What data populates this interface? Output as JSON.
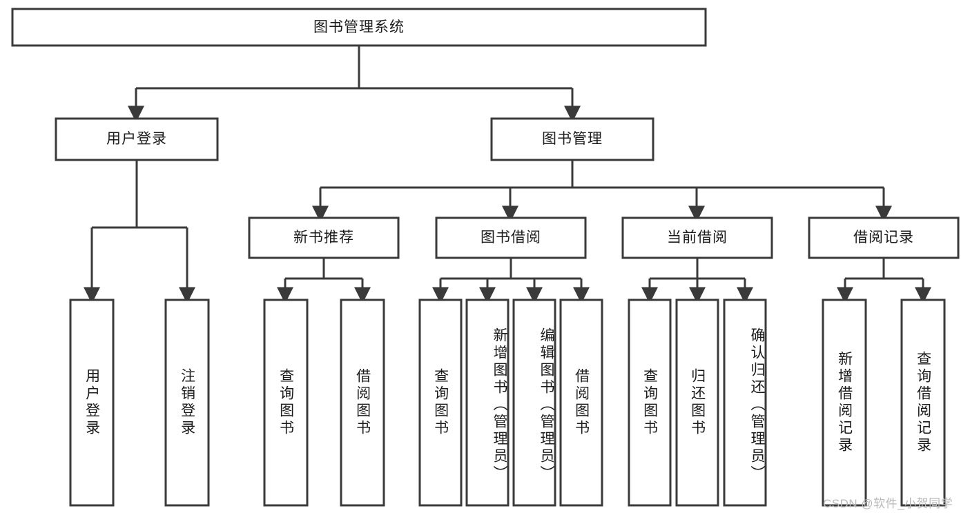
{
  "diagram": {
    "type": "tree-hierarchy",
    "title_node": {
      "id": "root",
      "label": "图书管理系统"
    },
    "level1": [
      {
        "id": "user-login",
        "label": "用户登录"
      },
      {
        "id": "book-manage",
        "label": "图书管理"
      }
    ],
    "level2": [
      {
        "id": "new-book-recommend",
        "label": "新书推荐",
        "parent": "book-manage"
      },
      {
        "id": "book-borrow",
        "label": "图书借阅",
        "parent": "book-manage"
      },
      {
        "id": "current-borrow",
        "label": "当前借阅",
        "parent": "book-manage"
      },
      {
        "id": "borrow-record",
        "label": "借阅记录",
        "parent": "book-manage"
      }
    ],
    "leaves": {
      "user_login": [
        {
          "id": "leaf-user-login",
          "label": "用户登录"
        },
        {
          "id": "leaf-logout-login",
          "label": "注销登录"
        }
      ],
      "new_book_recommend": [
        {
          "id": "leaf-query-book-1",
          "label": "查询图书"
        },
        {
          "id": "leaf-borrow-book-1",
          "label": "借阅图书"
        }
      ],
      "book_borrow": [
        {
          "id": "leaf-query-book-2",
          "label": "查询图书"
        },
        {
          "id": "leaf-add-book",
          "label": "新增图书（管理员）"
        },
        {
          "id": "leaf-edit-book",
          "label": "编辑图书（管理员）"
        },
        {
          "id": "leaf-borrow-book-2",
          "label": "借阅图书"
        }
      ],
      "current_borrow": [
        {
          "id": "leaf-query-book-3",
          "label": "查询图书"
        },
        {
          "id": "leaf-return-book",
          "label": "归还图书"
        },
        {
          "id": "leaf-confirm-return",
          "label": "确认归还（管理员）"
        }
      ],
      "borrow_record": [
        {
          "id": "leaf-add-record",
          "label": "新增借阅记录"
        },
        {
          "id": "leaf-query-record",
          "label": "查询借阅记录"
        }
      ]
    },
    "colors": {
      "stroke": "#3a3a3a",
      "fill": "#ffffff",
      "text": "#1b1b1b",
      "watermark": "#b9b9b9"
    }
  },
  "watermark": {
    "text": "CSDN @软件_小贺同学"
  }
}
